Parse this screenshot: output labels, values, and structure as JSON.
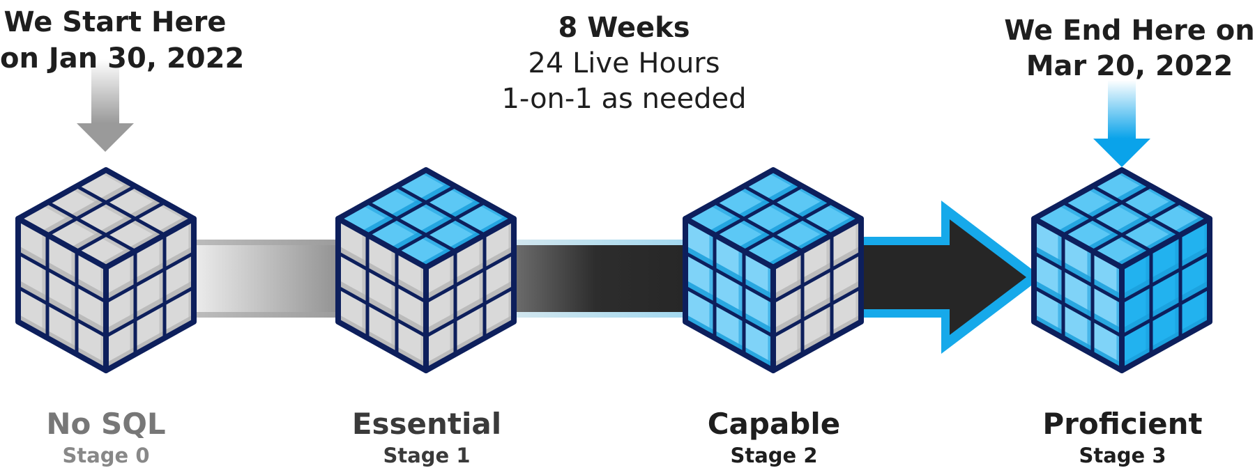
{
  "start": {
    "line1": "We Start Here",
    "line2": "on Jan 30, 2022"
  },
  "middle": {
    "title": "8 Weeks",
    "line1": "24 Live Hours",
    "line2": "1-on-1 as needed"
  },
  "end": {
    "line1": "We End Here on",
    "line2": "Mar 20, 2022"
  },
  "stages": [
    {
      "name": "No SQL",
      "label": "Stage 0"
    },
    {
      "name": "Essential",
      "label": "Stage 1"
    },
    {
      "name": "Capable",
      "label": "Stage 2"
    },
    {
      "name": "Proficient",
      "label": "Stage 3"
    }
  ],
  "colors": {
    "outline": "#0d1f5c",
    "gray_face": "#d9d9d9",
    "blue_top": "#5cc8f5",
    "blue_left": "#7fd3f8",
    "blue_right": "#22b2ef",
    "accent_blue": "#16a9ea",
    "dark_arrow": "#262626",
    "muted_text": "#777777",
    "dark_text": "#1e1e1e"
  },
  "icons": {
    "cube": "rubiks-cube-icon",
    "start_marker": "down-arrow-icon",
    "end_marker": "down-arrow-icon"
  }
}
